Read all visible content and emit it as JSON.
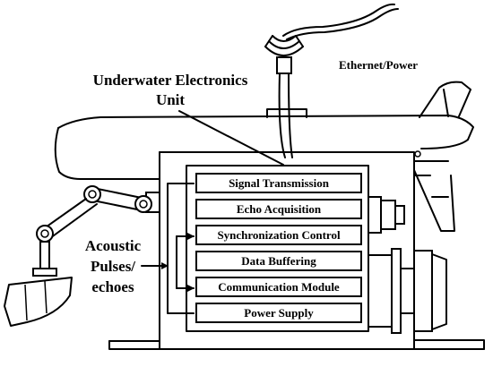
{
  "labels": {
    "title_line1": "Underwater Electronics",
    "title_line2": "Unit",
    "ethernet": "Ethernet/Power",
    "acoustic_line1": "Acoustic",
    "acoustic_line2": "Pulses/",
    "acoustic_line3": "echoes"
  },
  "modules": [
    "Signal Transmission",
    "Echo Acquisition",
    "Synchronization Control",
    "Data Buffering",
    "Communication Module",
    "Power Supply"
  ]
}
